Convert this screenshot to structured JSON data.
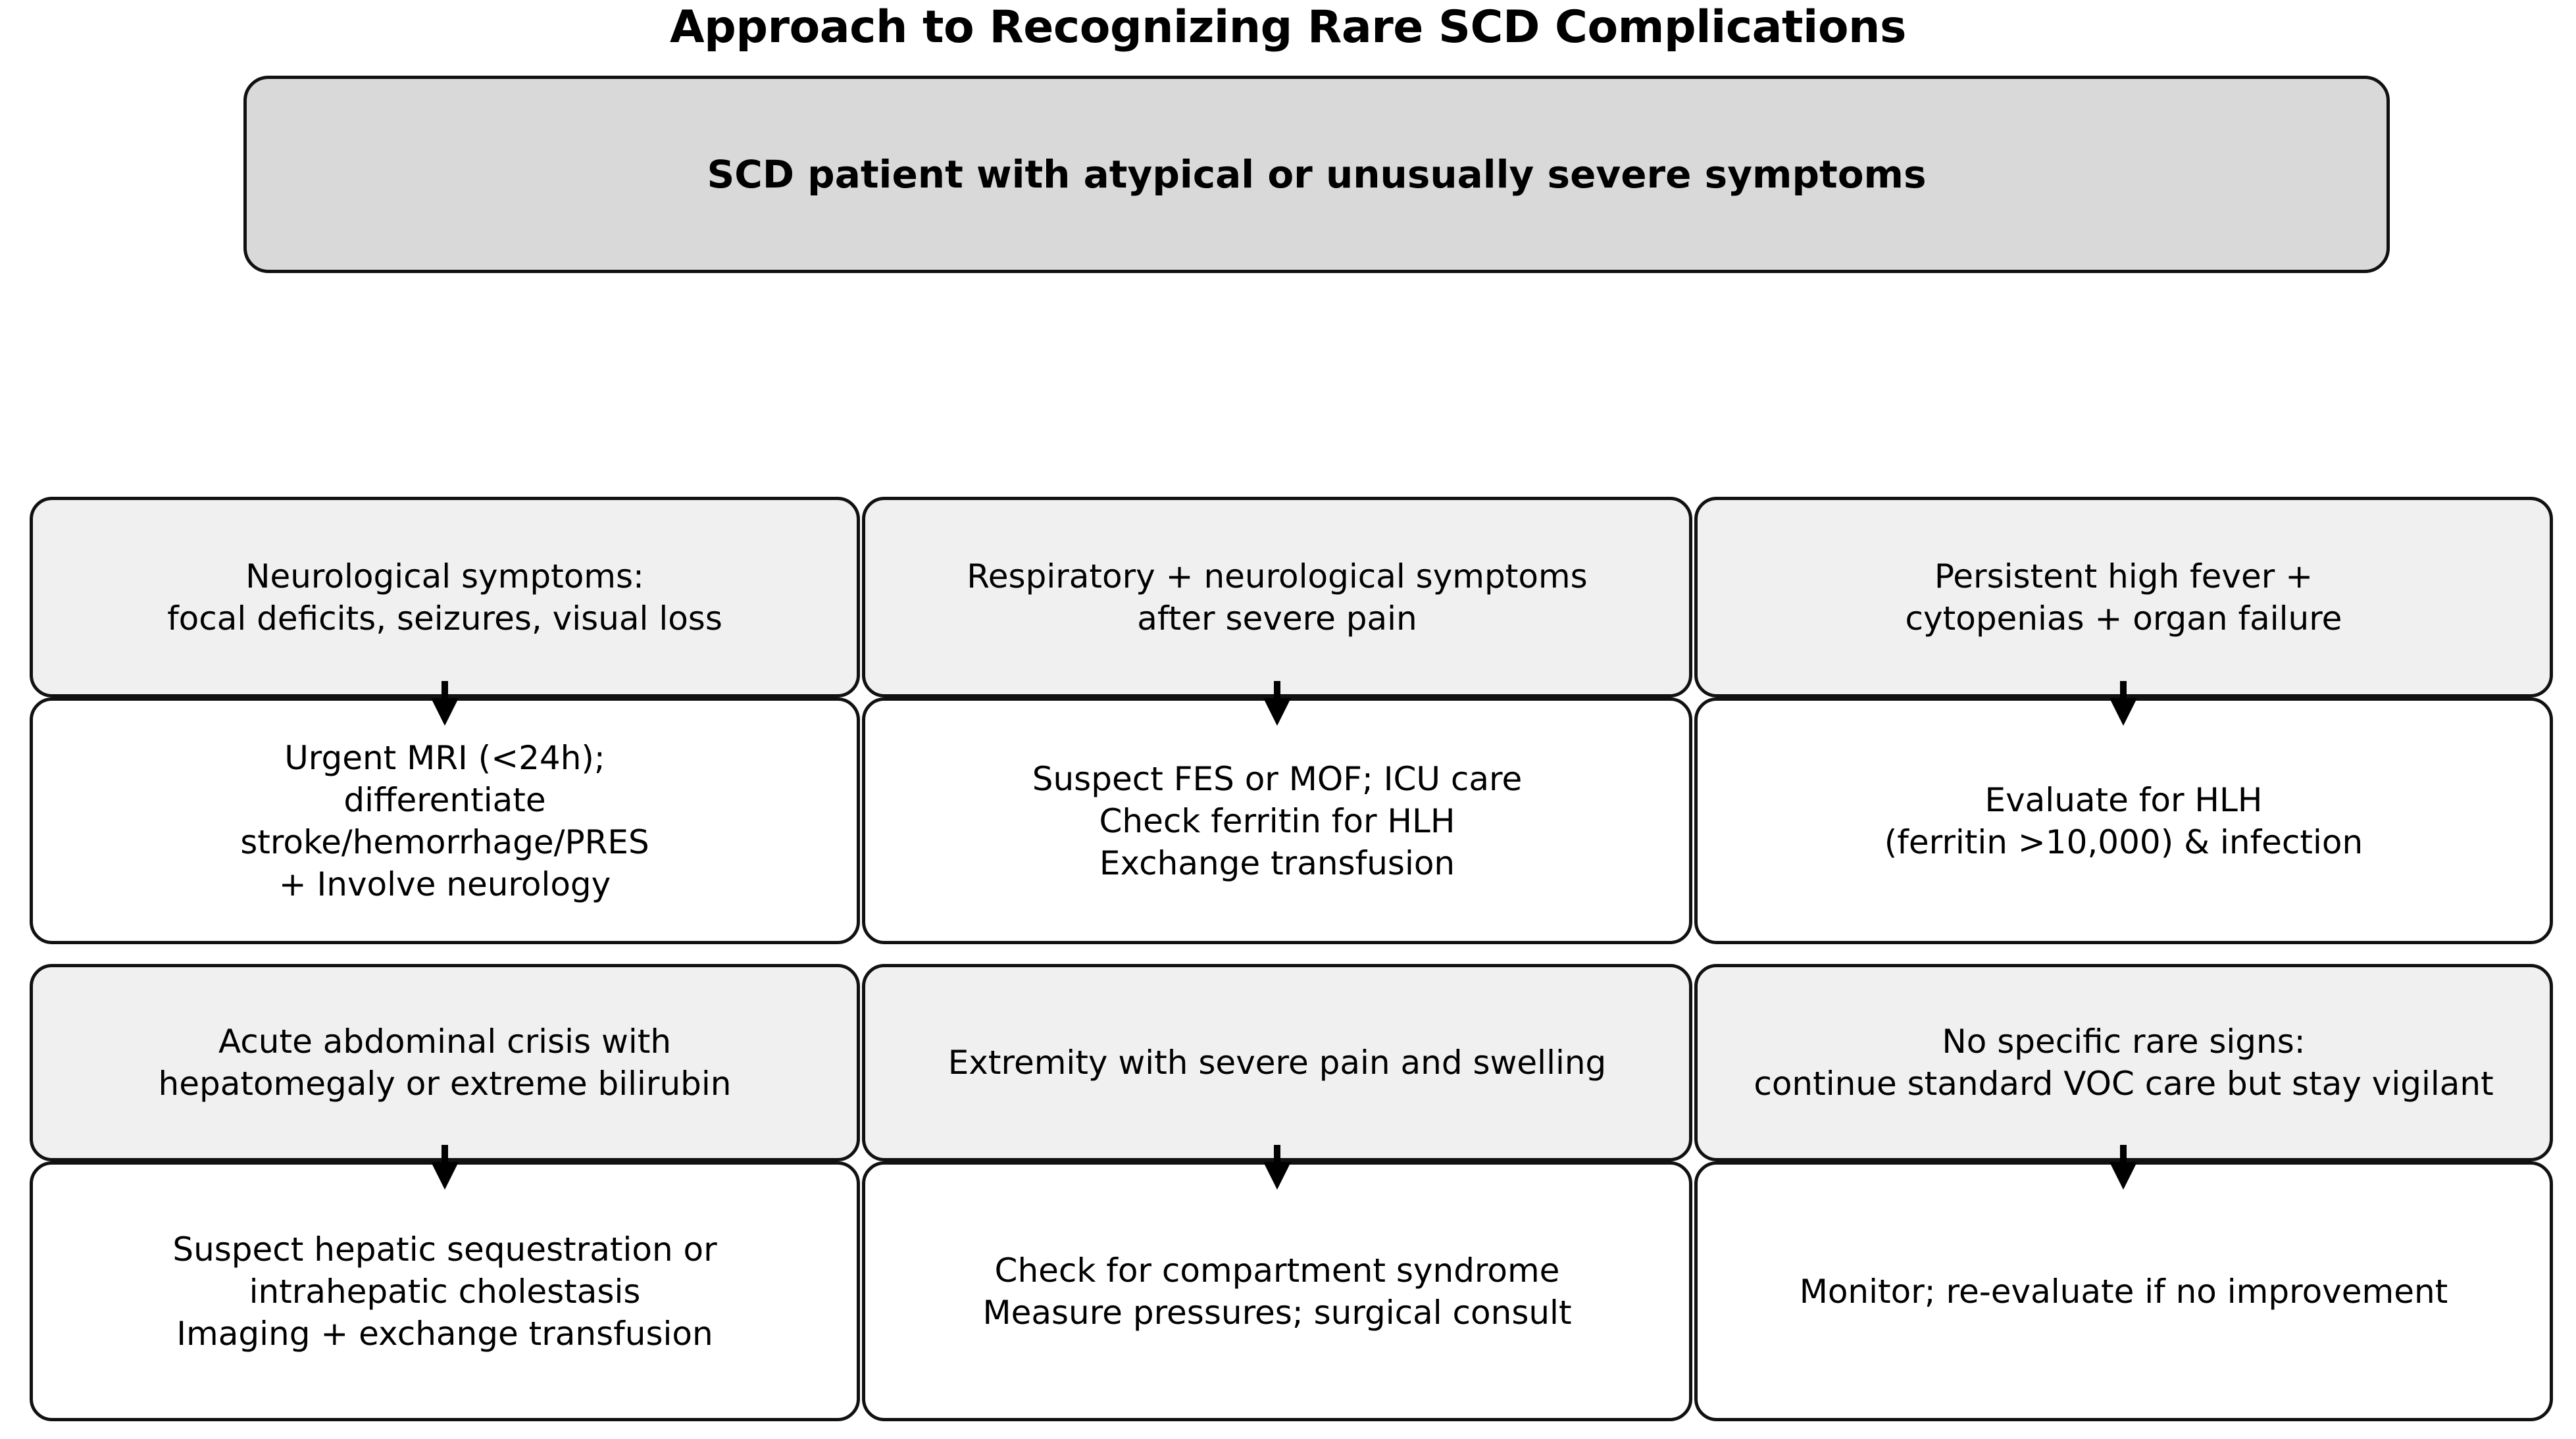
{
  "title": "Approach to Recognizing Rare SCD Complications",
  "root": {
    "label": "SCD patient with atypical or unusually severe symptoms",
    "fill": "#d9d9d9",
    "border": "#111111"
  },
  "colors": {
    "condition_fill": "#f0f0f0",
    "action_fill": "#ffffff",
    "border": "#111111",
    "text": "#000000",
    "background": "#ffffff",
    "arrow": "#000000"
  },
  "columns": [
    {
      "condition_a": "Neurological symptoms:\nfocal deficits, seizures, visual loss",
      "action_a": "Urgent MRI (<24h);\ndifferentiate\nstroke/hemorrhage/PRES\n+ Involve neurology",
      "condition_b": "Acute abdominal crisis with\nhepatomegaly or extreme bilirubin",
      "action_b": "Suspect hepatic sequestration or\nintrahepatic cholestasis\nImaging + exchange transfusion"
    },
    {
      "condition_a": "Respiratory + neurological symptoms\nafter severe pain",
      "action_a": "Suspect FES or MOF; ICU care\nCheck ferritin for HLH\nExchange transfusion",
      "condition_b": "Extremity with severe pain and swelling",
      "action_b": "Check for compartment syndrome\nMeasure pressures; surgical consult"
    },
    {
      "condition_a": "Persistent high fever +\ncytopenias + organ failure",
      "action_a": "Evaluate for HLH\n(ferritin >10,000) & infection",
      "condition_b": "No specific rare signs:\ncontinue standard VOC care but stay vigilant",
      "action_b": "Monitor; re-evaluate if no improvement"
    }
  ],
  "icons": {
    "flow_arrow": "arrow-down-icon"
  }
}
